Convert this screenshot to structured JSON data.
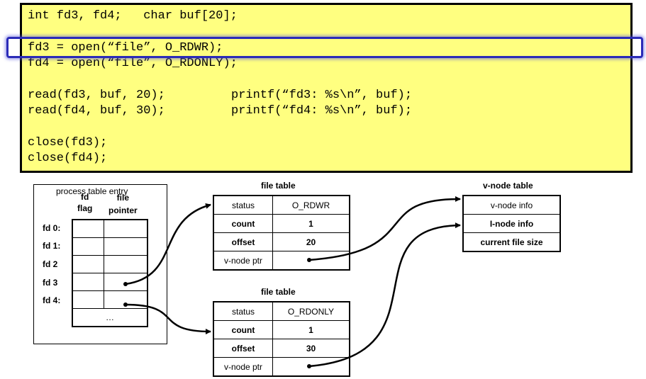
{
  "code": {
    "line1": "int fd3, fd4;   char buf[20];",
    "line2": "fd3 = open(“file”, O_RDWR);",
    "line3": "fd4 = open(“file”, O_RDONLY);",
    "line4a": "read(fd3, buf, 20);",
    "line4b": "printf(“fd3: %s\\n”, buf);",
    "line5a": "read(fd4, buf, 30);",
    "line5b": "printf(“fd4: %s\\n”, buf);",
    "line6": "close(fd3);",
    "line7": "close(fd4);"
  },
  "process_table": {
    "title": "process table entry",
    "col1": "fd\nflag",
    "col2": "file\npointer",
    "rows": [
      "fd 0:",
      "fd 1:",
      "fd 2",
      "fd 3",
      "fd 4:"
    ],
    "ellipsis": "…"
  },
  "file_table_1": {
    "title": "file table",
    "rows": [
      {
        "label": "status",
        "value": "O_RDWR"
      },
      {
        "label": "count",
        "value": "1"
      },
      {
        "label": "offset",
        "value": "20"
      },
      {
        "label": "v-node ptr",
        "value": ""
      }
    ]
  },
  "file_table_2": {
    "title": "file table",
    "rows": [
      {
        "label": "status",
        "value": "O_RDONLY"
      },
      {
        "label": "count",
        "value": "1"
      },
      {
        "label": "offset",
        "value": "30"
      },
      {
        "label": "v-node ptr",
        "value": ""
      }
    ]
  },
  "vnode_table": {
    "title": "v-node table",
    "rows": [
      "v-node info",
      "I-node info",
      "current file size"
    ]
  },
  "colors": {
    "code_bg": "#ffff80",
    "highlight": "#2b2bb8"
  }
}
